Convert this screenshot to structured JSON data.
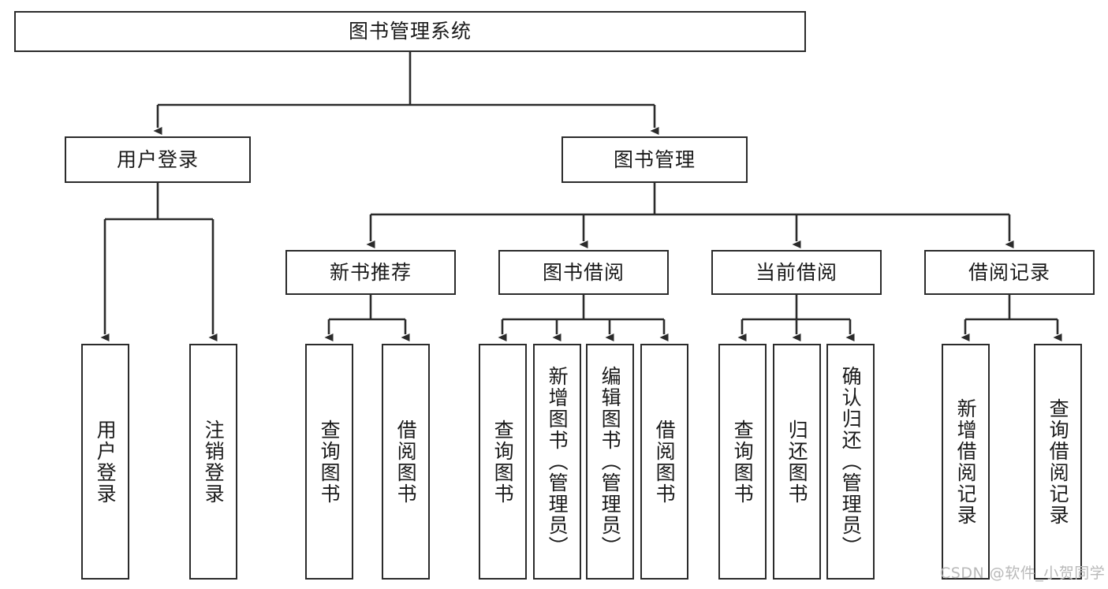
{
  "diagram": {
    "title": "图书管理系统",
    "type": "tree-hierarchy-chart",
    "colors": {
      "box_border": "#2b2b2b",
      "box_fill": "#ffffff",
      "edge": "#2b2b2b",
      "text": "#1a1a1a",
      "watermark": "#b9b9b9",
      "background": "#ffffff"
    }
  },
  "root": {
    "label": "图书管理系统"
  },
  "level1": [
    {
      "label": "用户登录"
    },
    {
      "label": "图书管理"
    }
  ],
  "level2": [
    {
      "label": "新书推荐"
    },
    {
      "label": "图书借阅"
    },
    {
      "label": "当前借阅"
    },
    {
      "label": "借阅记录"
    }
  ],
  "leaves": {
    "user_login": [
      {
        "label": "用户登录"
      },
      {
        "label": "注销登录"
      }
    ],
    "new_book_recommend": [
      {
        "label": "查询图书"
      },
      {
        "label": "借阅图书"
      }
    ],
    "book_borrow": [
      {
        "label": "查询图书"
      },
      {
        "label": "新增图书（管理员）"
      },
      {
        "label": "编辑图书（管理员）"
      },
      {
        "label": "借阅图书"
      }
    ],
    "current_borrow": [
      {
        "label": "查询图书"
      },
      {
        "label": "归还图书"
      },
      {
        "label": "确认归还（管理员）"
      }
    ],
    "borrow_record": [
      {
        "label": "新增借阅记录"
      },
      {
        "label": "查询借阅记录"
      }
    ]
  },
  "watermark": {
    "text": "CSDN @软件_小贺同学"
  }
}
